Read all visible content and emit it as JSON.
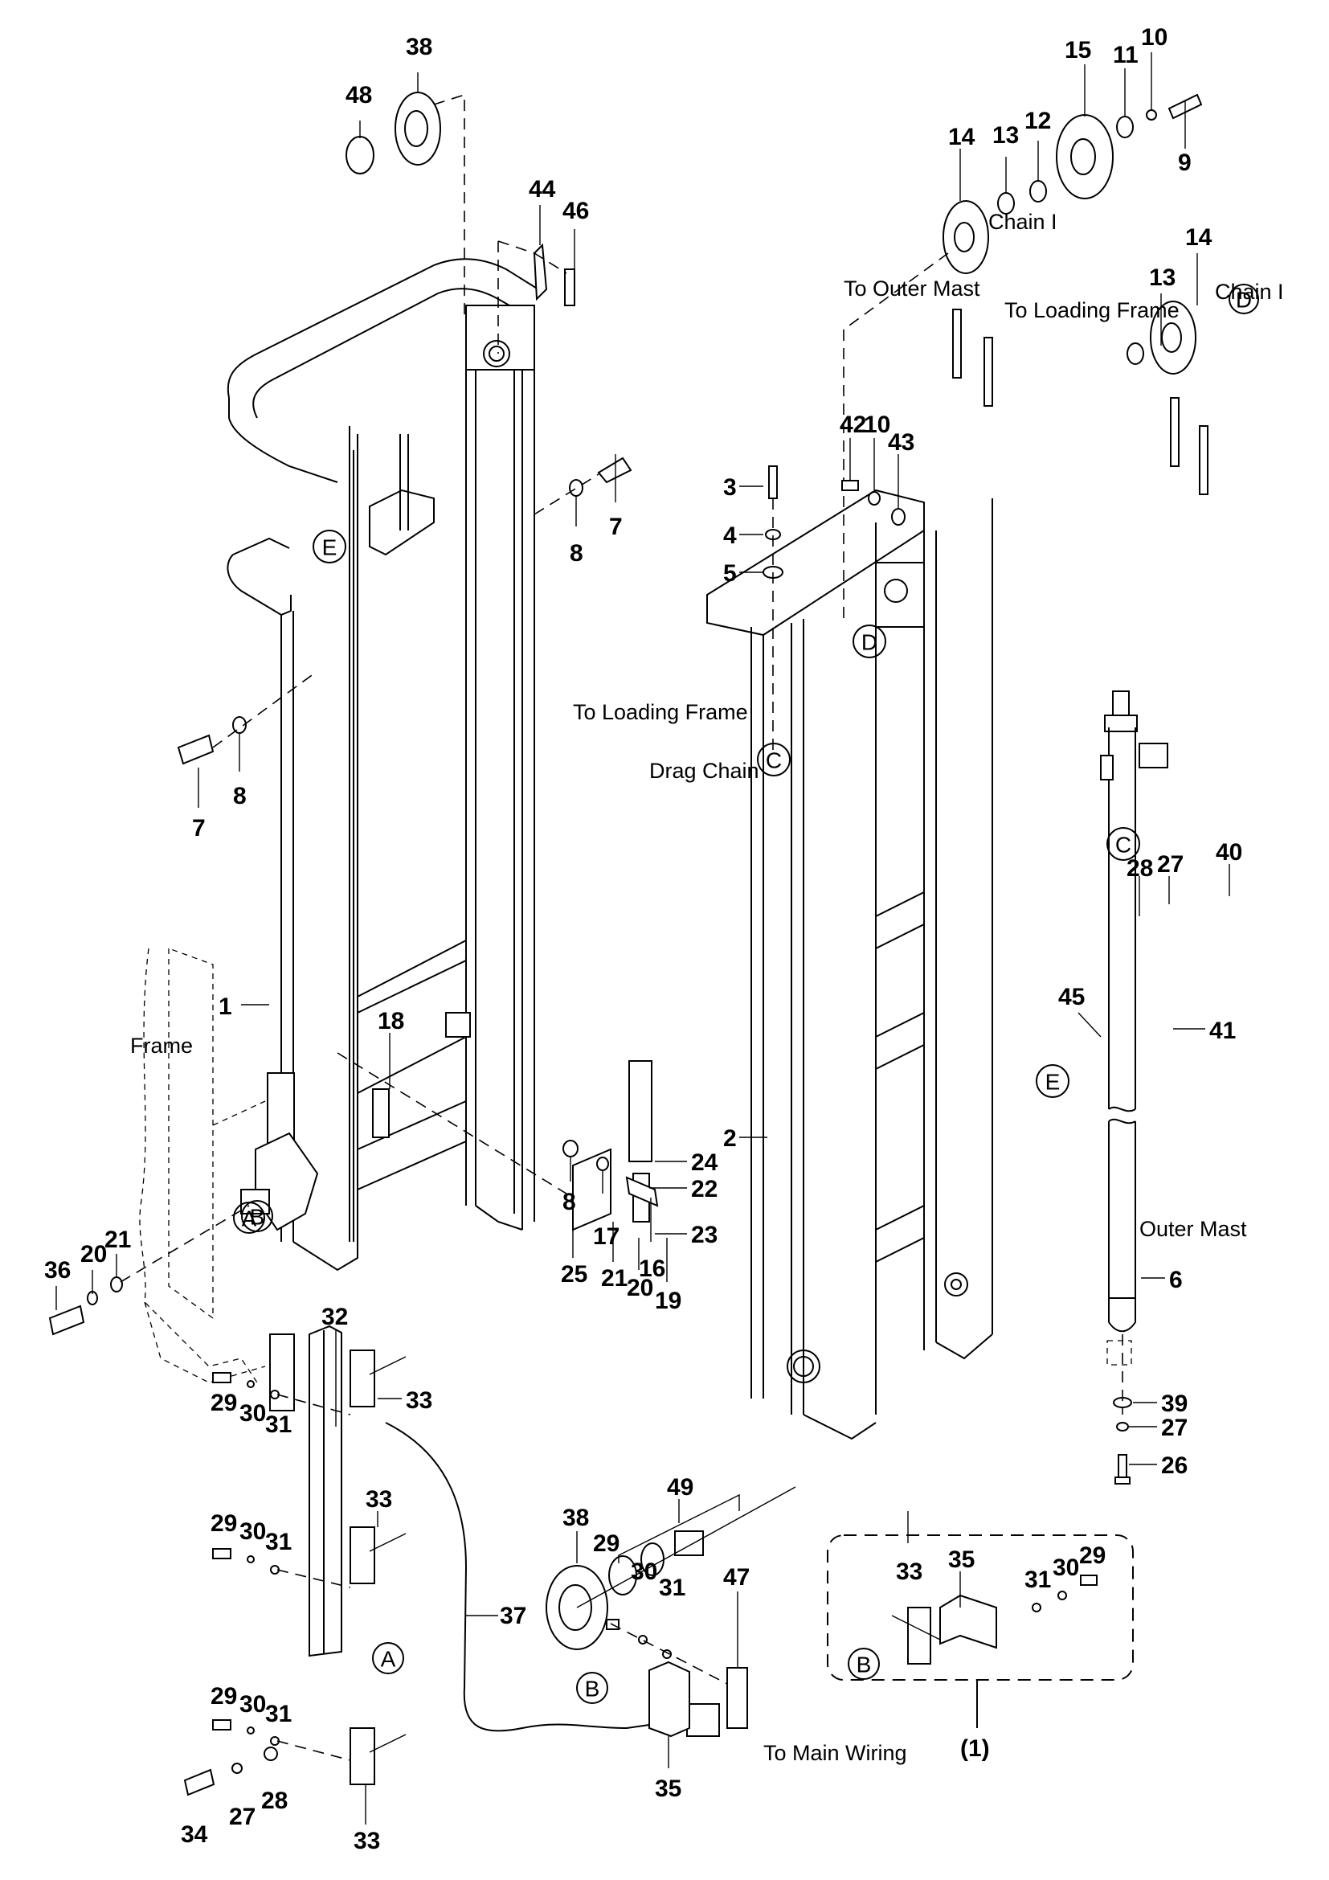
{
  "diagram": {
    "title": "Mast assembly exploded parts view",
    "part_callouts": {
      "p1": "1",
      "p2": "2",
      "p3": "3",
      "p4": "4",
      "p5": "5",
      "p6": "6",
      "p7a": "7",
      "p7b": "7",
      "p8a": "8",
      "p8b": "8",
      "p8c": "8",
      "p9": "9",
      "p10a": "10",
      "p10b": "10",
      "p11": "11",
      "p12": "12",
      "p13a": "13",
      "p13b": "13",
      "p14a": "14",
      "p14b": "14",
      "p15": "15",
      "p16": "16",
      "p17": "17",
      "p18": "18",
      "p19": "19",
      "p20a": "20",
      "p20b": "20",
      "p21a": "21",
      "p21b": "21",
      "p22": "22",
      "p23": "23",
      "p24": "24",
      "p25": "25",
      "p26": "26",
      "p27a": "27",
      "p27b": "27",
      "p27c": "27",
      "p28a": "28",
      "p28b": "28",
      "p29a": "29",
      "p29b": "29",
      "p29c": "29",
      "p29d": "29",
      "p29e": "29",
      "p30a": "30",
      "p30b": "30",
      "p30c": "30",
      "p30d": "30",
      "p30e": "30",
      "p31a": "31",
      "p31b": "31",
      "p31c": "31",
      "p31d": "31",
      "p31e": "31",
      "p32": "32",
      "p33a": "33",
      "p33b": "33",
      "p33c": "33",
      "p33d": "33",
      "p34": "34",
      "p35a": "35",
      "p35b": "35",
      "p36": "36",
      "p37": "37",
      "p38a": "38",
      "p38b": "38",
      "p39": "39",
      "p40": "40",
      "p41": "41",
      "p42": "42",
      "p43": "43",
      "p44": "44",
      "p45": "45",
      "p46": "46",
      "p47": "47",
      "p48": "48",
      "p49": "49",
      "kit1": "(1)"
    },
    "reference_markers": {
      "A": "A",
      "B": "B",
      "C": "C",
      "D": "D",
      "E": "E"
    },
    "text_labels": {
      "chain_i_1": "Chain I",
      "chain_i_2": "Chain I",
      "to_outer_mast": "To Outer Mast",
      "to_loading_frame_top": "To Loading Frame",
      "to_loading_frame_mid": "To Loading Frame",
      "drag_chain": "Drag Chain",
      "frame": "Frame",
      "outer_mast": "Outer Mast",
      "to_main_wiring": "To Main Wiring"
    }
  }
}
